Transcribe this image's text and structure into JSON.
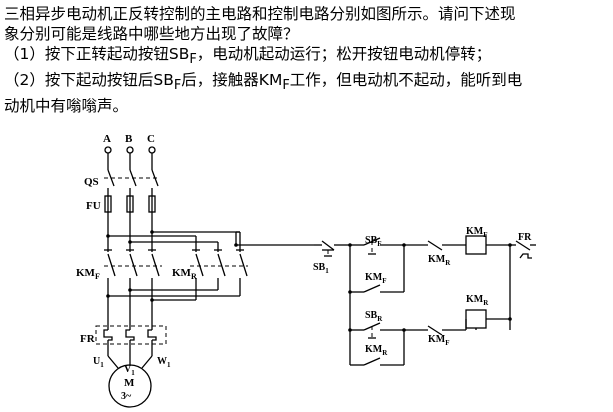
{
  "question": {
    "line1": "三相异步电动机正反转控制的主电路和控制电路分别如图所示。请问下述现",
    "line2": "象分别可能是线路中哪些地方出现了故障？",
    "line3_prefix": "（1）按下正转起动按钮SB",
    "line3_sub": "F",
    "line3_suffix": "，电动机起动运行；松开按钮电动机停转；",
    "line4_prefix": "（2）按下起动按钮后SB",
    "line4_sub1": "F",
    "line4_mid": "后，接触器KM",
    "line4_sub2": "F",
    "line4_suffix": "工作，但电动机不起动，能听到电",
    "line5": "动机中有嗡嗡声。"
  },
  "diagram": {
    "phase_a": "A",
    "phase_b": "B",
    "phase_c": "C",
    "qs": "QS",
    "fu": "FU",
    "kmf_main": "KM",
    "kmf_main_sub": "F",
    "kmr_main": "KM",
    "kmr_main_sub": "R",
    "fr_main": "FR",
    "u1": "U",
    "u1_sub": "1",
    "v1": "V",
    "v1_sub": "1",
    "w1": "W",
    "w1_sub": "1",
    "motor_m": "M",
    "motor_phase": "3~",
    "sb1": "SB",
    "sb1_sub": "1",
    "sbf": "SB",
    "sbf_sub": "F",
    "kmf_hold": "KM",
    "kmf_hold_sub": "F",
    "kmr_interlock": "KM",
    "kmr_interlock_sub": "R",
    "kmf_coil": "KM",
    "kmf_coil_sub": "F",
    "fr_ctrl": "FR",
    "sbr": "SB",
    "sbr_sub": "R",
    "kmr_hold": "KM",
    "kmr_hold_sub": "R",
    "kmf_interlock": "KM",
    "kmf_interlock_sub": "F",
    "kmr_coil": "KM",
    "kmr_coil_sub": "R"
  }
}
